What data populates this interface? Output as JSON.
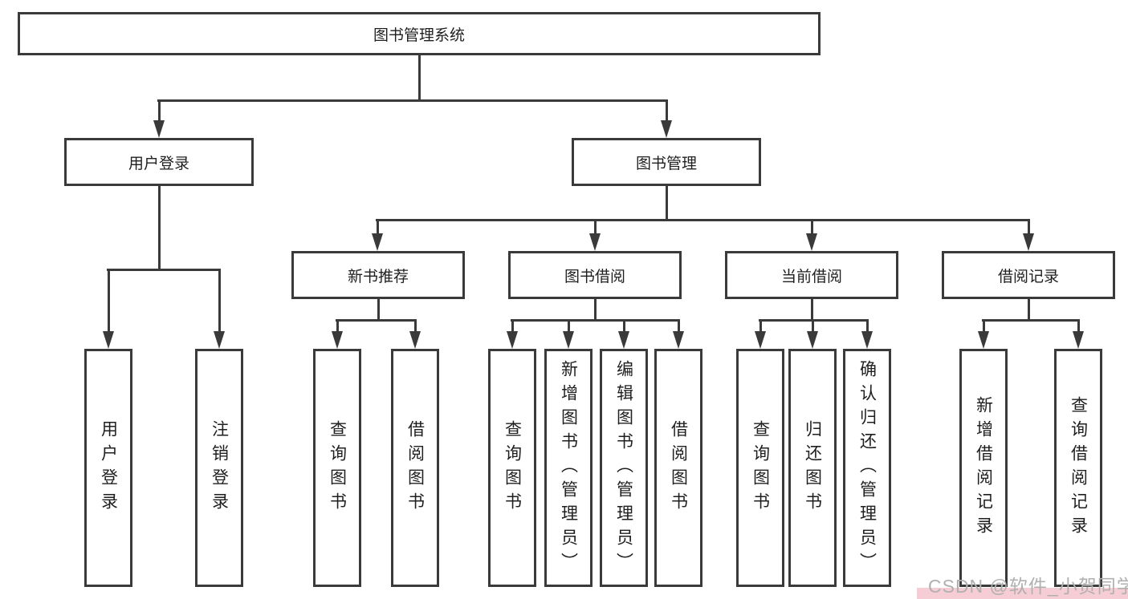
{
  "diagram": {
    "title": "图书管理系统",
    "nodes": {
      "root": "图书管理系统",
      "level2": [
        "用户登录",
        "图书管理"
      ],
      "level3": [
        "新书推荐",
        "图书借阅",
        "当前借阅",
        "借阅记录"
      ],
      "leaves": [
        "用户登录",
        "注销登录",
        "查询图书",
        "借阅图书",
        "查询图书",
        "新增图书（管理员）",
        "编辑图书（管理员）",
        "借阅图书",
        "查询图书",
        "归还图书",
        "确认归还（管理员）",
        "新增借阅记录",
        "查询借阅记录"
      ]
    },
    "structure": {
      "图书管理系统": {
        "用户登录": [
          "用户登录",
          "注销登录"
        ],
        "图书管理": {
          "新书推荐": [
            "查询图书",
            "借阅图书"
          ],
          "图书借阅": [
            "查询图书",
            "新增图书（管理员）",
            "编辑图书（管理员）",
            "借阅图书"
          ],
          "当前借阅": [
            "查询图书",
            "归还图书",
            "确认归还（管理员）"
          ],
          "借阅记录": [
            "新增借阅记录",
            "查询借阅记录"
          ]
        }
      }
    }
  },
  "colors": {
    "line": "#3a3a3a",
    "text": "#1f1f1f",
    "box_fill": "#ffffff",
    "watermark_text": "#b0b0b0",
    "watermark_strip": "#f6ccd5"
  },
  "watermark": {
    "text": "CSDN @软件_小贺同学"
  }
}
